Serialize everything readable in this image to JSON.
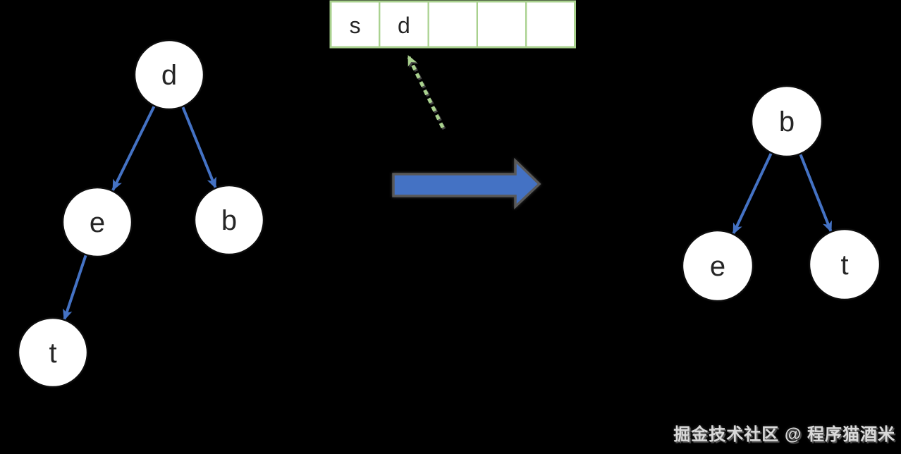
{
  "diagram": {
    "type": "binary-tree-transformation",
    "array": {
      "cells": [
        "s",
        "d",
        "",
        "",
        ""
      ],
      "cell_count": 5,
      "border_color": "#A9D18E",
      "pointer": {
        "style": "dashed-arrow",
        "color": "#A9D18E",
        "points_to_cell_index": 1,
        "points_to_value": "d"
      }
    },
    "before_tree": {
      "nodes": [
        {
          "id": "d",
          "label": "d",
          "role": "root"
        },
        {
          "id": "e",
          "label": "e",
          "role": "left-child-of-d"
        },
        {
          "id": "b",
          "label": "b",
          "role": "right-child-of-d"
        },
        {
          "id": "t",
          "label": "t",
          "role": "left-child-of-e"
        }
      ],
      "edges": [
        {
          "from": "d",
          "to": "e"
        },
        {
          "from": "d",
          "to": "b"
        },
        {
          "from": "e",
          "to": "t"
        }
      ]
    },
    "after_tree": {
      "nodes": [
        {
          "id": "b",
          "label": "b",
          "role": "root"
        },
        {
          "id": "e",
          "label": "e",
          "role": "left-child-of-b"
        },
        {
          "id": "t",
          "label": "t",
          "role": "right-child-of-b"
        }
      ],
      "edges": [
        {
          "from": "b",
          "to": "e"
        },
        {
          "from": "b",
          "to": "t"
        }
      ]
    },
    "transform_arrow": {
      "direction": "right",
      "fill": "#4472C4",
      "outline": "#595959"
    },
    "colors": {
      "background": "#000000",
      "node_fill": "#FFFFFF",
      "node_stroke": "#0D0D0D",
      "edge_blue": "#4472C4",
      "array_green": "#A9D18E",
      "label_text": "#262626"
    }
  },
  "watermark": {
    "text": "掘金技术社区 @ 程序猫酒米",
    "color": "#DADADA"
  }
}
